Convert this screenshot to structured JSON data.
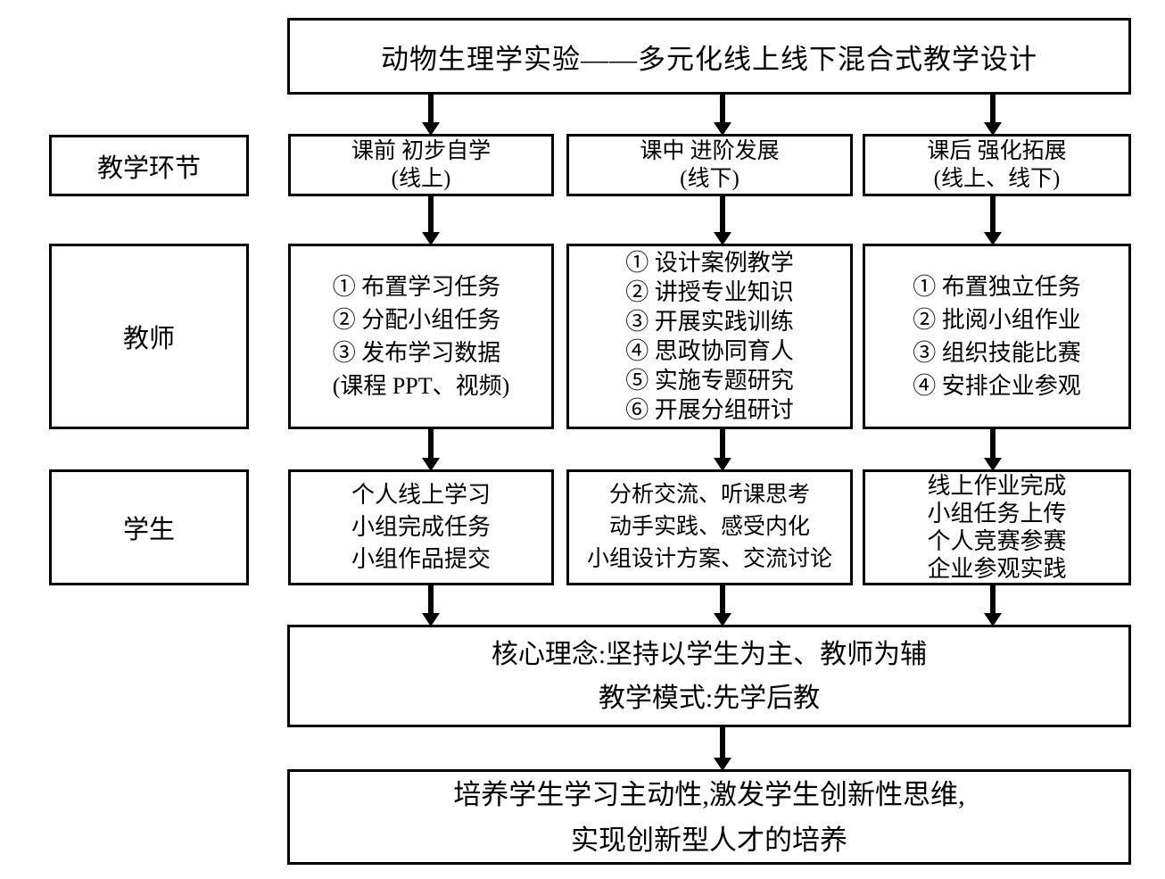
{
  "diagram": {
    "title": "动物生理学实验——多元化线上线下混合式教学设计",
    "row_labels": {
      "stage": "教学环节",
      "teacher": "教师",
      "student": "学生"
    },
    "phases": [
      {
        "stage_line1": "课前 初步自学",
        "stage_line2": "(线上)",
        "teacher_lines": [
          "① 布置学习任务",
          "② 分配小组任务",
          "③ 发布学习数据"
        ],
        "teacher_note": "(课程 PPT、视频)",
        "student_lines": [
          "个人线上学习",
          "小组完成任务",
          "小组作品提交"
        ]
      },
      {
        "stage_line1": "课中 进阶发展",
        "stage_line2": "(线下)",
        "teacher_lines": [
          "① 设计案例教学",
          "② 讲授专业知识",
          "③ 开展实践训练",
          "④ 思政协同育人",
          "⑤ 实施专题研究",
          "⑥ 开展分组研讨"
        ],
        "student_lines": [
          "分析交流、听课思考",
          "动手实践、感受内化",
          "小组设计方案、交流讨论"
        ]
      },
      {
        "stage_line1": "课后 强化拓展",
        "stage_line2": "(线上、线下)",
        "teacher_lines": [
          "① 布置独立任务",
          "② 批阅小组作业",
          "③ 组织技能比赛",
          "④ 安排企业参观"
        ],
        "student_lines": [
          "线上作业完成",
          "小组任务上传",
          "个人竞赛参赛",
          "企业参观实践"
        ]
      }
    ],
    "core_concept": {
      "line1": "核心理念:坚持以学生为主、教师为辅",
      "line2": "教学模式:先学后教"
    },
    "goal": {
      "line1": "培养学生学习主动性,激发学生创新性思维,",
      "line2": "实现创新型人才的培养"
    },
    "colors": {
      "line": "#000000",
      "background": "#ffffff",
      "text": "#000000"
    }
  }
}
